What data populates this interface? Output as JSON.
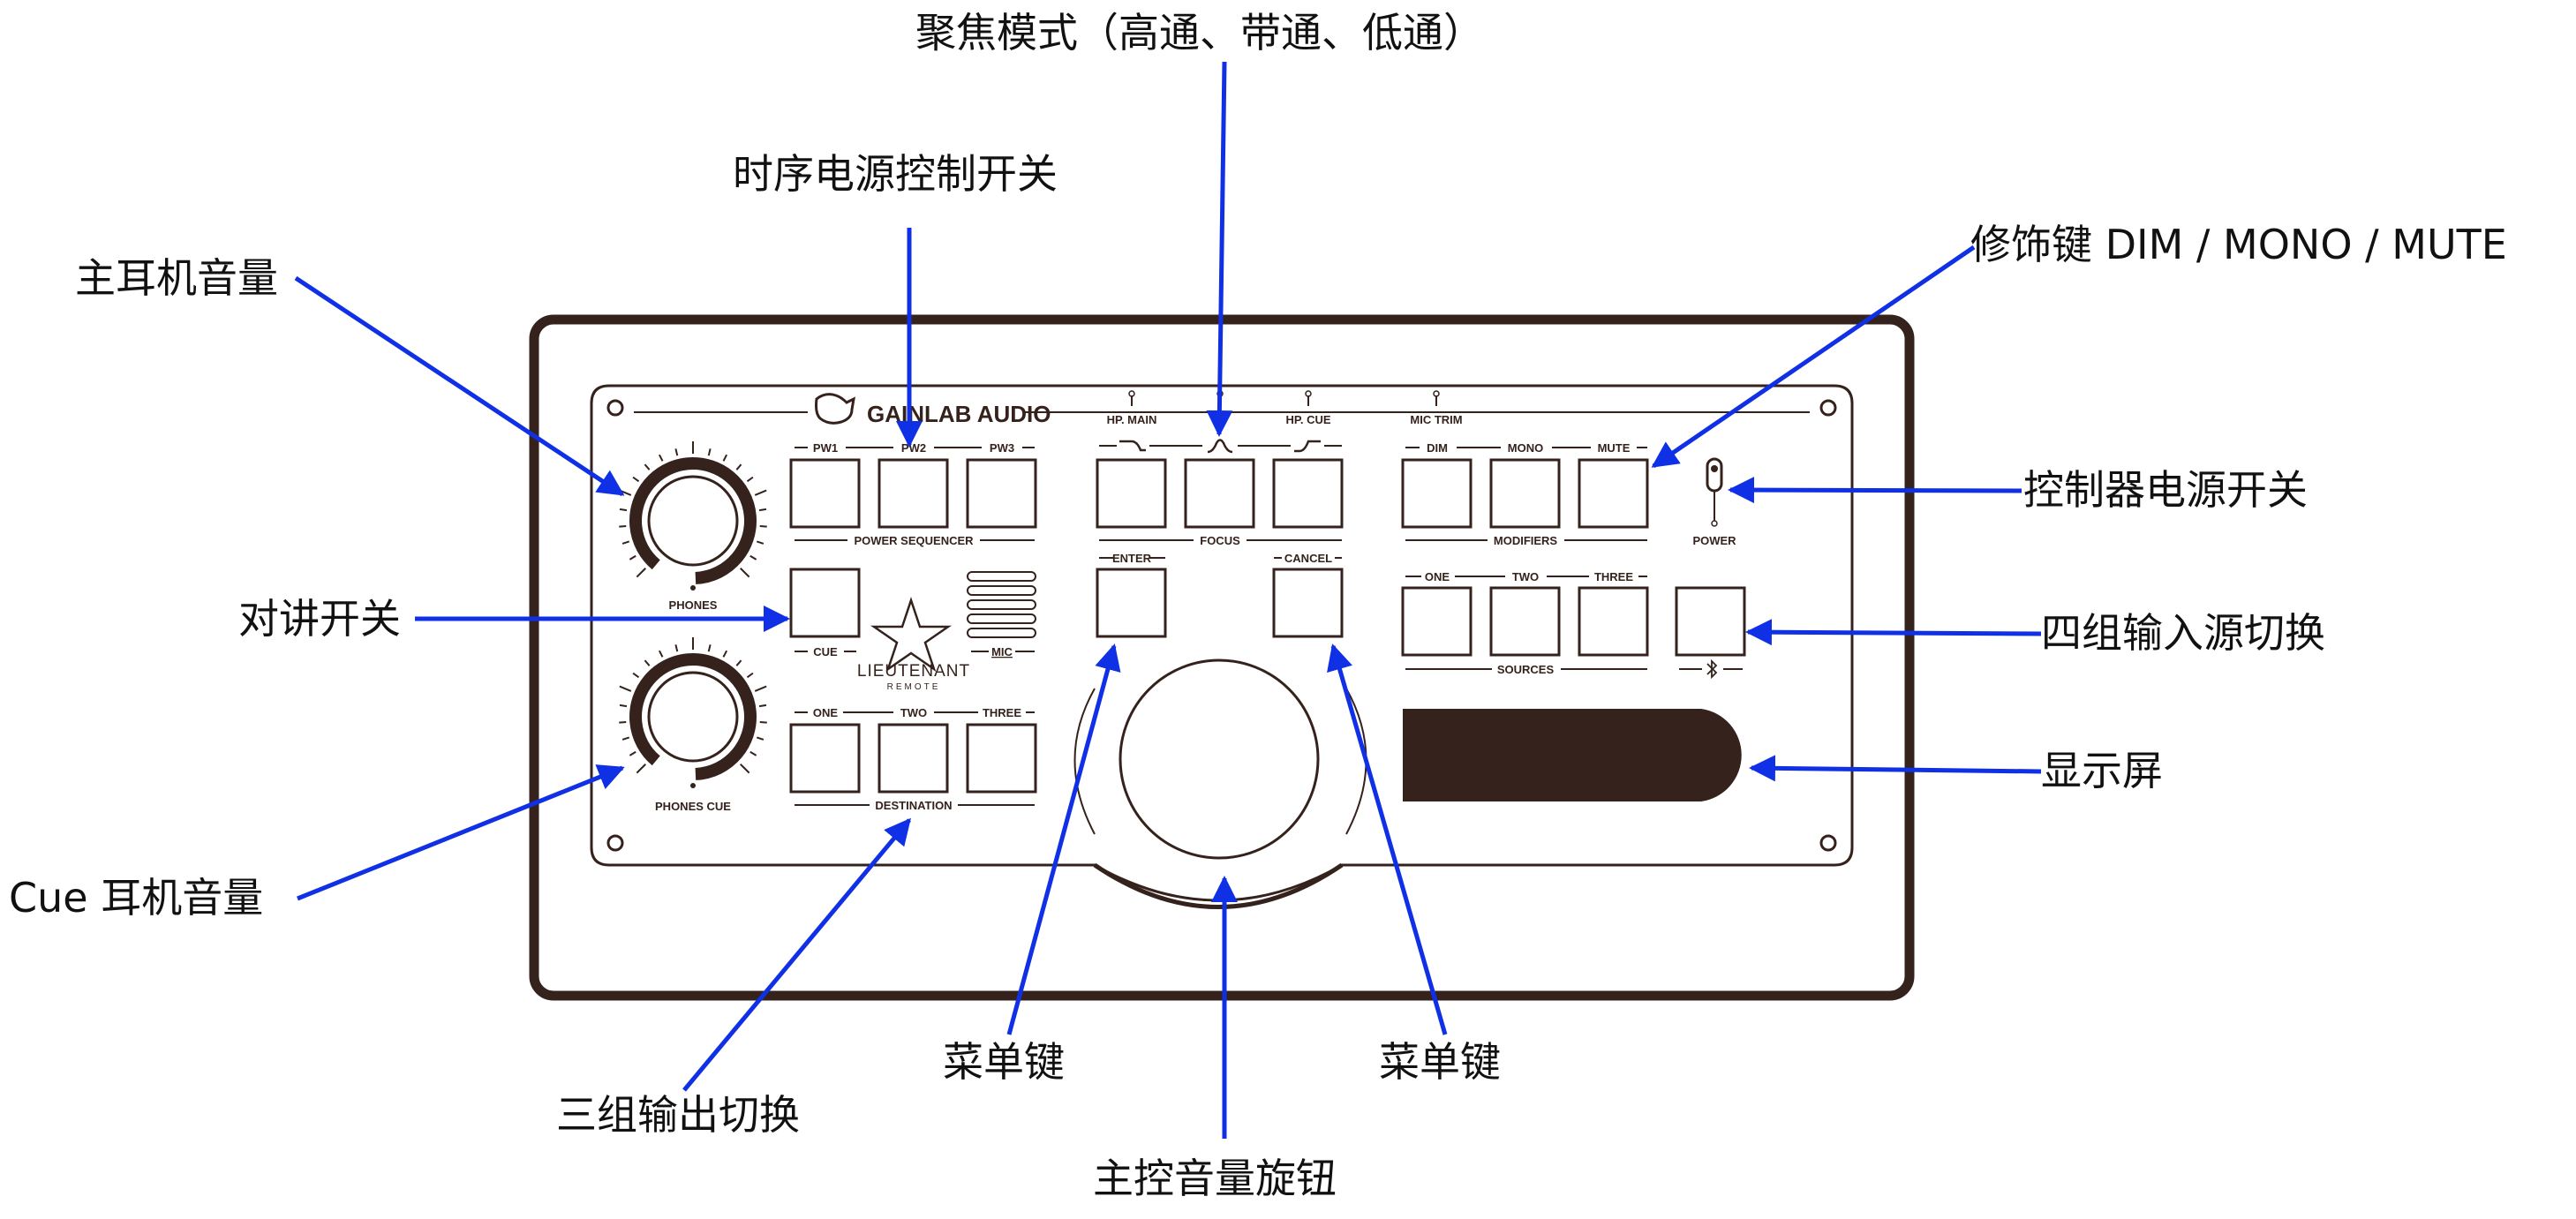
{
  "colors": {
    "device": "#35221c",
    "arrow": "#1030e6",
    "text": "#111111",
    "display": "#35221c"
  },
  "device": {
    "logo": "GAINLAB AUDIO",
    "product_name": "LIEUTENANT",
    "product_sub": "REMOTE",
    "power_sequencer": {
      "buttons": [
        "PW1",
        "PW2",
        "PW3"
      ],
      "label": "POWER SEQUENCER"
    },
    "focus": {
      "top_labels": [
        "HP. MAIN",
        "HP. CUE"
      ],
      "buttons_icons": [
        "low-pass-icon",
        "band-pass-icon",
        "high-pass-icon"
      ],
      "label": "FOCUS"
    },
    "mic_trim": "MIC TRIM",
    "modifiers": {
      "buttons": [
        "DIM",
        "MONO",
        "MUTE"
      ],
      "label": "MODIFIERS"
    },
    "power_label": "POWER",
    "phones_label": "PHONES",
    "phones_cue_label": "PHONES CUE",
    "cue_label": "CUE",
    "mic_label": "MIC",
    "enter_label": "ENTER",
    "cancel_label": "CANCEL",
    "sources": {
      "buttons": [
        "ONE",
        "TWO",
        "THREE"
      ],
      "label": "SOURCES"
    },
    "destination": {
      "buttons": [
        "ONE",
        "TWO",
        "THREE"
      ],
      "label": "DESTINATION"
    }
  },
  "callouts": {
    "focus_mode": "聚焦模式（高通、带通、低通）",
    "power_sequencer_switch": "时序电源控制开关",
    "main_headphone_volume": "主耳机音量",
    "modifier_keys": "修饰键 DIM / MONO / MUTE",
    "controller_power_switch": "控制器电源开关",
    "talkback_switch": "对讲开关",
    "input_source_switch": "四组输入源切换",
    "display": "显示屏",
    "cue_headphone_volume": "Cue 耳机音量",
    "menu_key_left": "菜单键",
    "menu_key_right": "菜单键",
    "output_switch": "三组输出切换",
    "master_volume_knob": "主控音量旋钮"
  }
}
